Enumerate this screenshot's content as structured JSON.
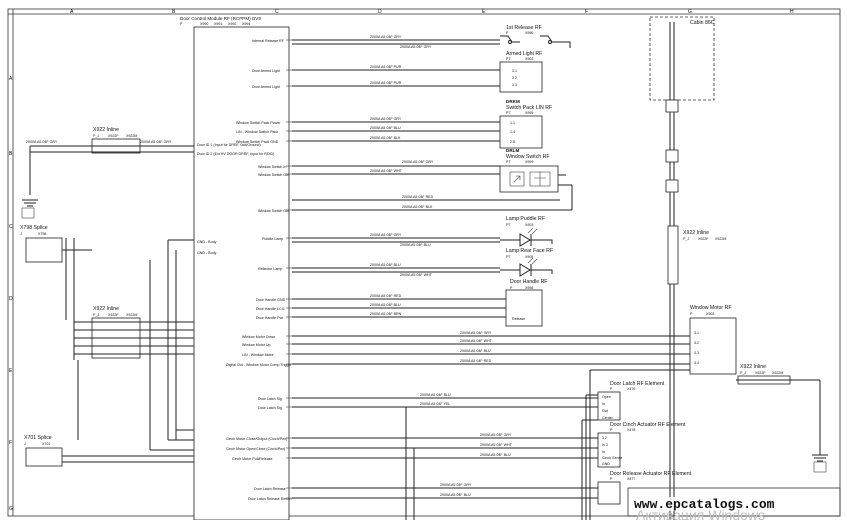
{
  "zones": {
    "top": [
      "A",
      "B",
      "C",
      "D",
      "E",
      "F",
      "G",
      "H"
    ],
    "side": [
      "A",
      "B",
      "C",
      "D",
      "E",
      "F",
      "G"
    ]
  },
  "dcm": {
    "title": "Door Control Module RF (RCPPM) DV9",
    "sub_p": "P",
    "connectors": [
      "X990",
      "X991",
      "X992",
      "X994"
    ],
    "pins": [
      "Internal Release RF",
      "Door Armed Light",
      "Door Armed Light",
      "Window Switch Pack Power",
      "LIN - Window Switch Pack",
      "Window Switch Pack GND",
      "Door ID 1 (Input for DRRF, 0dd/Ground)",
      "Door ID 2 (Ext HV DOOR DRRF, Input for RDID)",
      "Window Switch In",
      "Window Switch Out",
      "Window Switch Out",
      "GND - Body",
      "GND - Body",
      "Puddle Lamp",
      "Reflector Lamp",
      "Door Handle GND",
      "Door Handle LCG",
      "Door Handle Pwr",
      "Window Motor Down",
      "Window Motor Up",
      "LIN - Window Motor",
      "Digital Out - Window Motor Comp Trigger",
      "Door Latch Sig",
      "Door Latch Sig",
      "Cinch Motor Close/Output (Cinch/Pwr)",
      "Cinch Motor Open/Close (Cinch/Pwr)",
      "Cinch Motor Pull/Release",
      "Door Latch Release",
      "Door Latch Release Return"
    ]
  },
  "components": {
    "r1": {
      "title": "1st Release RF",
      "p": "P",
      "conn": "X996"
    },
    "armed": {
      "title": "Armed Light RF",
      "p": "PT",
      "conn": "X902"
    },
    "sw_pack": {
      "code": "DRKM",
      "title": "Switch Pack LIN RF",
      "p": "PT",
      "conn": "X995"
    },
    "win_sw": {
      "code": "DRLM",
      "title": "Window Switch RF",
      "p": "PT",
      "conn": "X999"
    },
    "puddle": {
      "title": "Lamp Puddle RF",
      "p": "PT",
      "conn": "X903"
    },
    "rear_face": {
      "title": "Lamp Rear Face RF",
      "p": "PT",
      "conn": "X905"
    },
    "handle": {
      "title": "Door Handle RF",
      "p": "P",
      "conn": "X998",
      "label": "Release"
    },
    "cabin": {
      "title": "Cabin 86C"
    },
    "x922_inline_r": {
      "title": "X922 Inline",
      "p": "P_J",
      "a": "X922F",
      "b": "X922M"
    },
    "win_motor": {
      "title": "Window Motor RF",
      "p": "P",
      "conn": "X903"
    },
    "x922_inline_br": {
      "title": "X922 Inline",
      "p": "P_J",
      "a": "X922F",
      "b": "X922M"
    },
    "latch": {
      "title": "Door Latch RF Element",
      "p": "P",
      "conn": "X476",
      "pins": [
        "Open",
        "In",
        "Out",
        "Center"
      ]
    },
    "cinch": {
      "title": "Door Cinch Actuator RF Element",
      "p": "P",
      "conn": "X478",
      "pins": [
        "3 2",
        "In 2",
        "In",
        "Cinch Sense",
        "GND"
      ]
    },
    "release": {
      "title": "Door Release Actuator RF Element",
      "p": "P",
      "conn": "X477"
    },
    "x922_inline_l": {
      "title": "X922 Inline",
      "p": "P_J",
      "a": "X922F",
      "b": "X922M"
    },
    "x922_inline_lm": {
      "title": "X922 Inline",
      "p": "P_J",
      "a": "X922F",
      "b": "X922M"
    },
    "x798_splice": {
      "title": "X798 Splice",
      "p": "J",
      "conn": "X798"
    },
    "x701_splice": {
      "title": "X701 Splice",
      "p": "J",
      "conn": "X701"
    }
  },
  "watermark": {
    "text": "www.epcatalogs.com",
    "overlay": "Активация Windows"
  }
}
